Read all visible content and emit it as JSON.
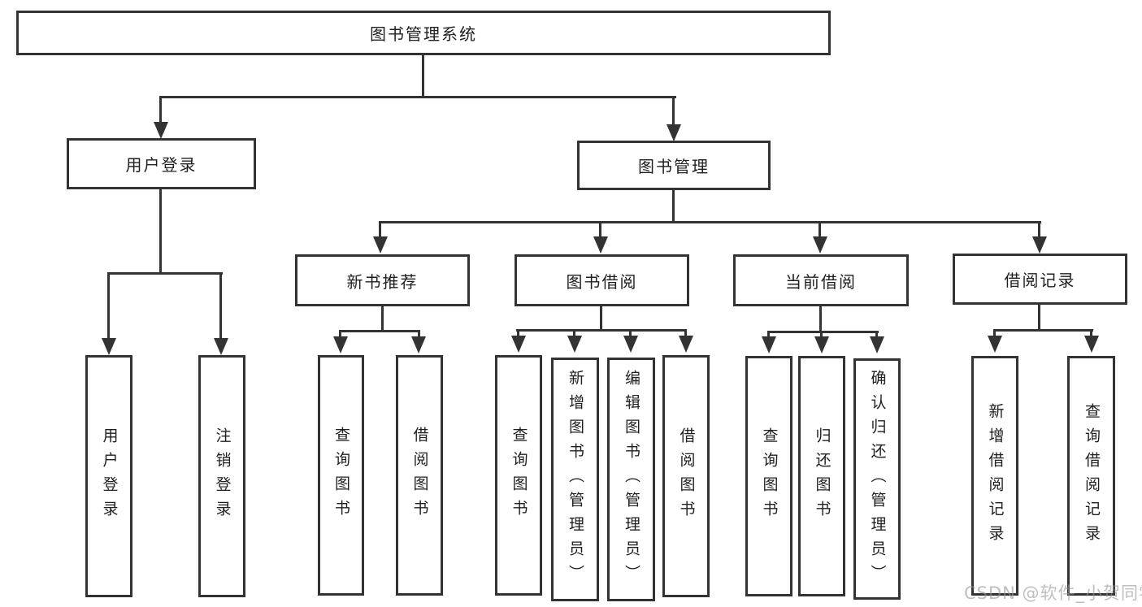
{
  "diagram": {
    "root": "图书管理系统",
    "user_login": {
      "label": "用户登录",
      "children": [
        "用户登录",
        "注销登录"
      ]
    },
    "book_mgmt": {
      "label": "图书管理",
      "sections": [
        {
          "label": "新书推荐",
          "children": [
            "查询图书",
            "借阅图书"
          ]
        },
        {
          "label": "图书借阅",
          "children": [
            "查询图书",
            "新增图书（管理员）",
            "编辑图书（管理员）",
            "借阅图书"
          ]
        },
        {
          "label": "当前借阅",
          "children": [
            "查询图书",
            "归还图书",
            "确认归还（管理员）"
          ]
        },
        {
          "label": "借阅记录",
          "children": [
            "新增借阅记录",
            "查询借阅记录"
          ]
        }
      ]
    }
  },
  "watermark": "CSDN @软件_小贺同学",
  "colors": {
    "line": "#333333",
    "text": "#1f1f1f",
    "watermark": "#999999",
    "background": "#ffffff"
  }
}
